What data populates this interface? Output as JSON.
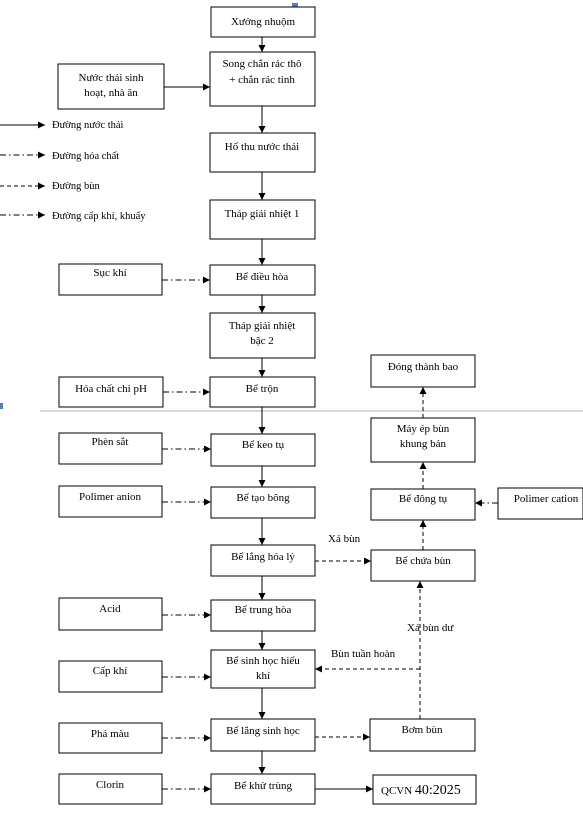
{
  "legend": {
    "wastewater": "Đường nước thải",
    "chemical": "Đường hóa chất",
    "sludge": "Đường bùn",
    "air": "Đường cấp khí, khuấy"
  },
  "main": {
    "dyehouse": "Xưởng nhuộm",
    "screen": [
      "Song chắn rác thô",
      "+ chắn rác tinh"
    ],
    "collection_tank": "Hố thu nước thải",
    "cooling_tower_1": "Tháp giải nhiệt 1",
    "equalization_tank": "Bể điều hòa",
    "cooling_tower_2": [
      "Tháp giải nhiệt",
      "bậc 2"
    ],
    "mixing_tank": "Bể trộn",
    "coagulation_tank": "Bể keo tụ",
    "flocculation_tank": "Bể tạo bông",
    "physchem_settling": "Bể lắng hóa lý",
    "neutralization_tank": "Bể trung hòa",
    "aerobic_tank": [
      "Bể sinh học hiếu",
      "khí"
    ],
    "bio_settling": "Bể lắng sinh học",
    "disinfection_tank": "Bể khử trùng"
  },
  "inputs": {
    "domestic_wastewater": [
      "Nước thải sinh",
      "hoạt, nhà ăn"
    ],
    "aeration": "Sục khí",
    "ph_chemical": "Hóa chất chỉ pH",
    "ferrous_sulfate": "Phèn sắt",
    "polymer_anion": "Polimer anion",
    "acid": "Acid",
    "air_supply": "Cấp khí",
    "decolorant": "Phá màu",
    "chlorine": "Clorin"
  },
  "sludge_line": {
    "bagging": "Đóng thành bao",
    "filter_press": [
      "Máy ép bùn",
      "khung bản"
    ],
    "thickener": "Bể đông tụ",
    "polymer_cation": "Polimer cation",
    "sludge_tank": "Bể chứa bùn",
    "sludge_pump": "Bơm bùn"
  },
  "edge_labels": {
    "sludge_discharge": "Xả bùn",
    "return_sludge": "Bùn tuần hoàn",
    "excess_sludge": "Xả bùn dư"
  },
  "output": {
    "standard_prefix": "QCVN ",
    "standard_number": "40:2025"
  },
  "colors": {
    "line": "#000000",
    "separator": "#a6b6c6",
    "selection_handle": "#4f81bd"
  }
}
